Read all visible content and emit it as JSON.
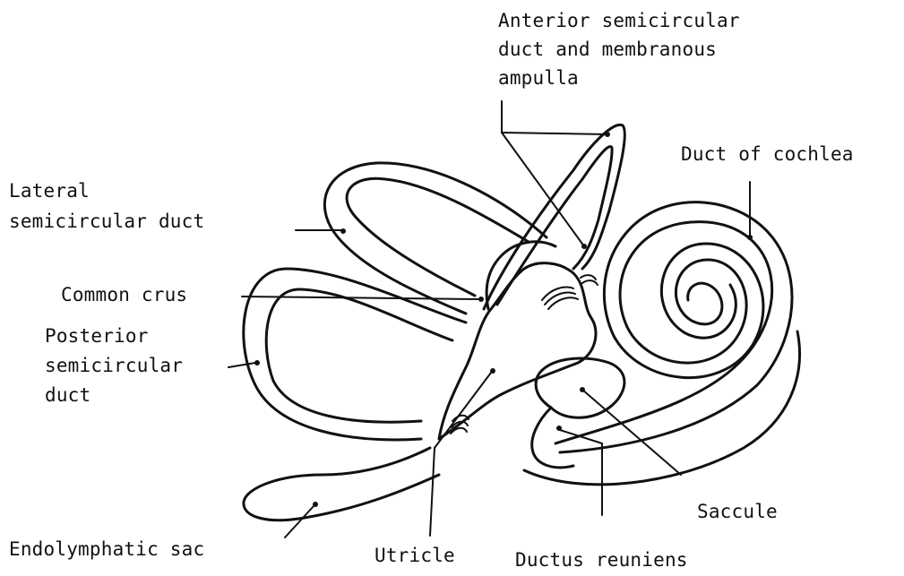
{
  "labels": {
    "anterior_line1": "Anterior semicircular",
    "anterior_line2": "duct and membranous",
    "anterior_line3": "ampulla",
    "duct_of_cochlea": "Duct of cochlea",
    "lateral_line1": "Lateral",
    "lateral_line2": "semicircular duct",
    "common_crus": "Common crus",
    "posterior_line1": "Posterior",
    "posterior_line2": "semicircular",
    "posterior_line3": "duct",
    "saccule": "Saccule",
    "endolymphatic_sac": "Endolymphatic sac",
    "utricle": "Utricle",
    "ductus_reuniens": "Ductus reuniens"
  },
  "colors": {
    "ink": "#111111",
    "background": "#ffffff"
  }
}
